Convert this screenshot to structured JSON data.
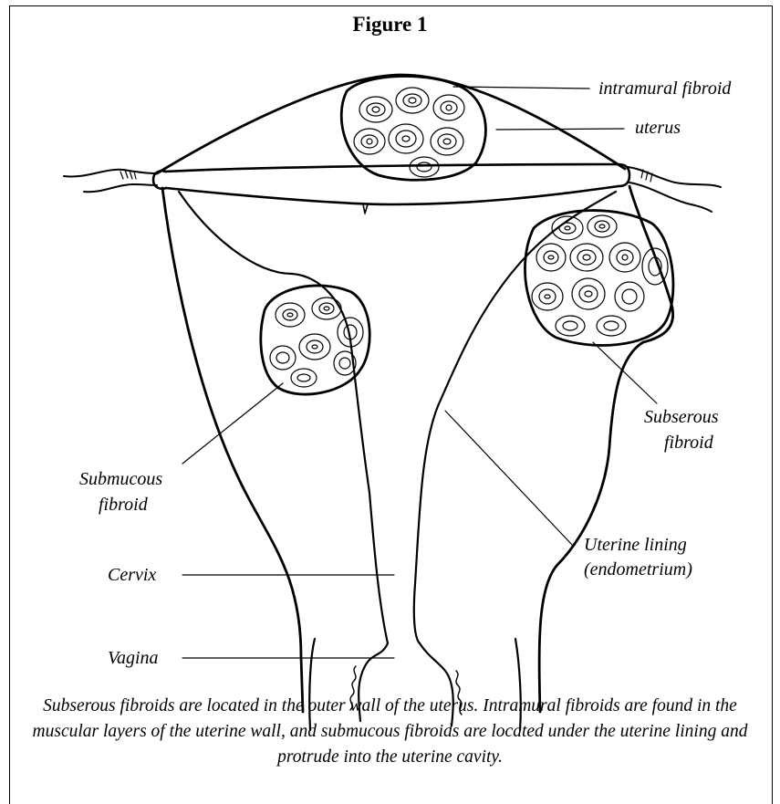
{
  "figure": {
    "title": "Figure 1",
    "labels": {
      "intramural": "intramural fibroid",
      "uterus": "uterus",
      "subserous_1": "Subserous",
      "subserous_2": "fibroid",
      "submucous_1": "Submucous",
      "submucous_2": "fibroid",
      "lining_1": "Uterine lining",
      "lining_2": "(endometrium)",
      "cervix": "Cervix",
      "vagina": "Vagina"
    },
    "caption": "Subserous fibroids are located in the outer wall of the uterus. Intramural fibroids are found in the muscular layers of the uterine wall, and submucous fibroids are located under the uterine lining and protrude into the uterine cavity."
  }
}
